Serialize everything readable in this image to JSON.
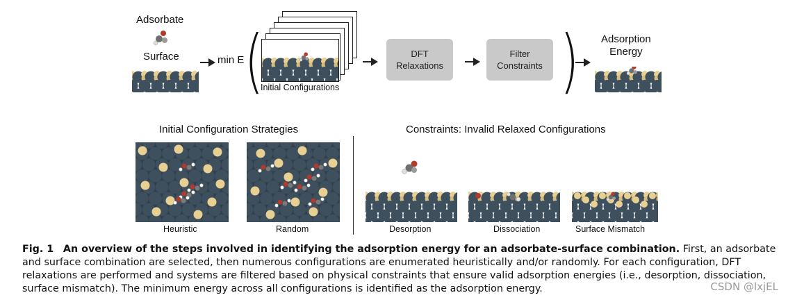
{
  "top": {
    "adsorbate_label": "Adsorbate",
    "surface_label": "Surface",
    "min_e_label": "min E",
    "initial_configs_label": "Initial Configurations",
    "dft_box": "DFT\nRelaxations",
    "filter_box": "Filter\nConstraints",
    "adsorption_energy_label": "Adsorption\nEnergy"
  },
  "bottom": {
    "strategies_title": "Initial Configuration Strategies",
    "heuristic_label": "Heuristic",
    "random_label": "Random",
    "constraints_title": "Constraints: Invalid Relaxed Configurations",
    "desorption_label": "Desorption",
    "dissociation_label": "Dissociation",
    "mismatch_label": "Surface Mismatch"
  },
  "caption": {
    "fig_no": "Fig. 1",
    "title": "An overview of the steps involved in identifying the adsorption energy for an adsorbate-surface combination.",
    "body": "First, an adsorbate and surface combination are selected, then numerous configurations are enumerated heuristically and/or randomly. For each configuration, DFT relaxations are performed and systems are filtered based on physical constraints that ensure valid adsorption energies (i.e., desorption, dissociation, surface mismatch). The minimum energy across all configurations is identified as the adsorption energy."
  },
  "watermark": "CSDN @lxjEL",
  "colors": {
    "metal_dark": "#3e4f5e",
    "metal_light": "#e8cf92",
    "oxygen": "#b03a2e",
    "carbon": "#777777",
    "hydrogen": "#ffffff",
    "box_fill": "#c9c9c9"
  }
}
